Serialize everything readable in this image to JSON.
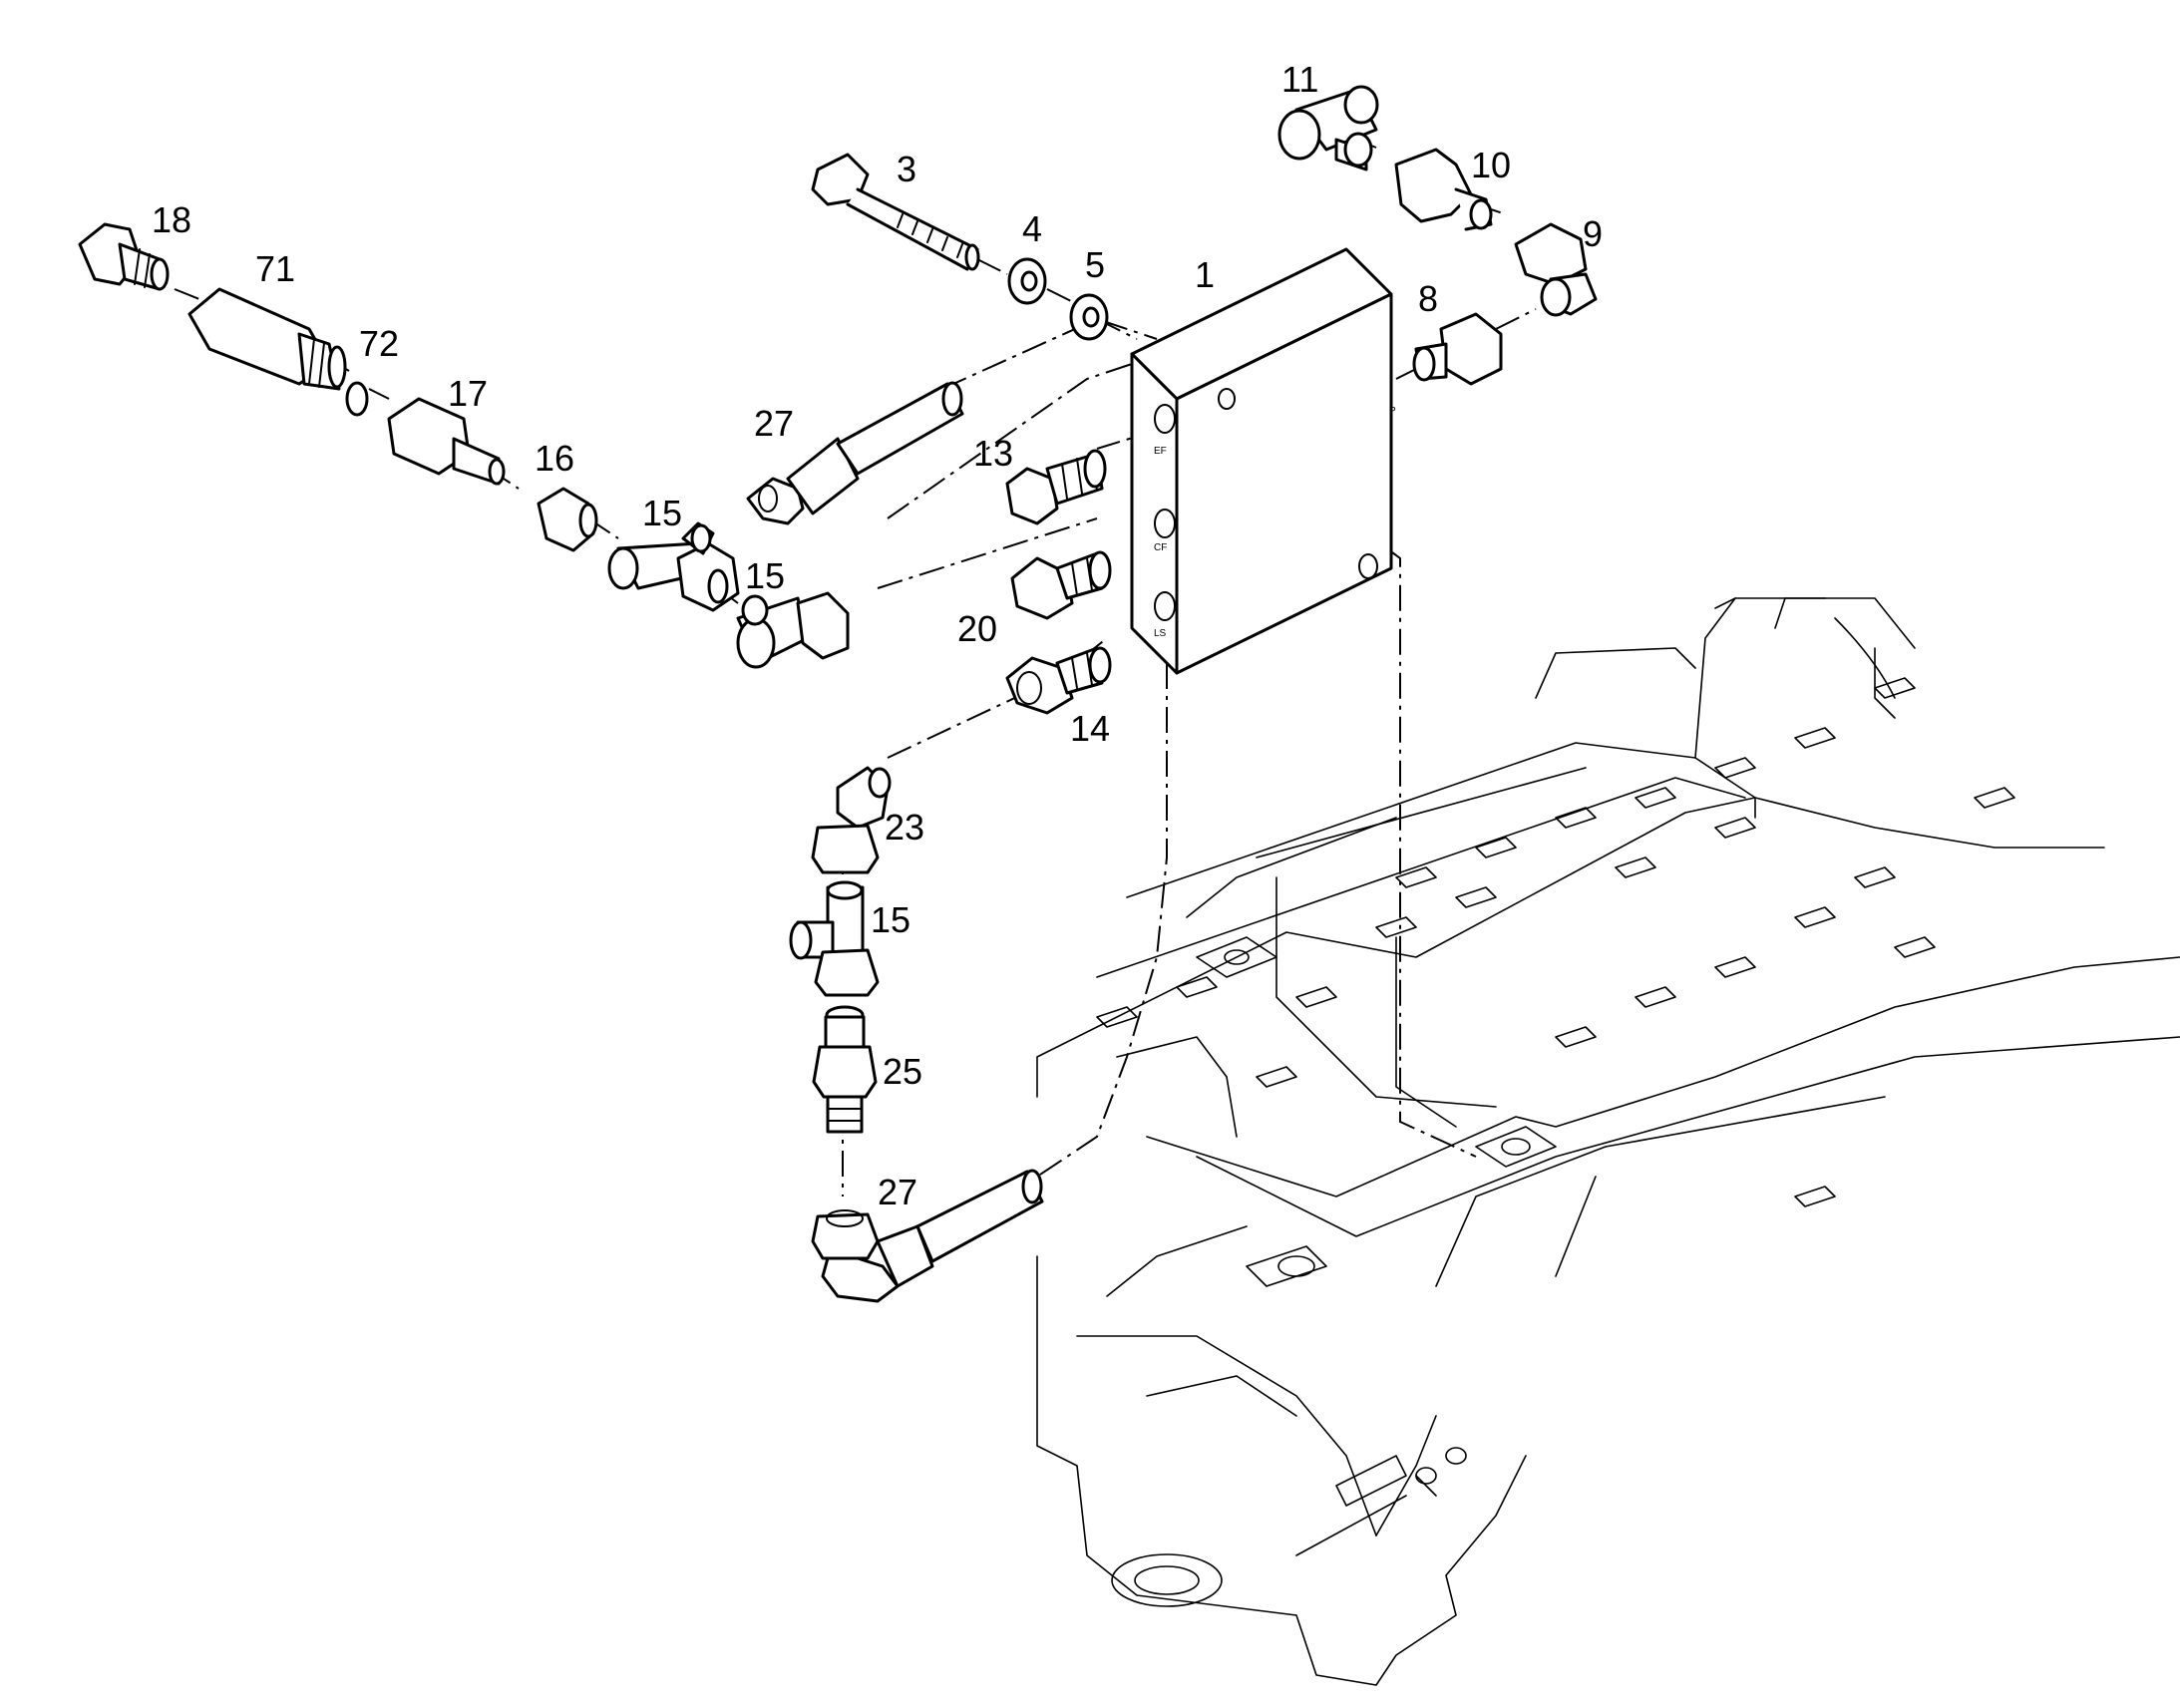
{
  "callouts": {
    "c1": "1",
    "c3": "3",
    "c4": "4",
    "c5": "5",
    "c8": "8",
    "c9": "9",
    "c10": "10",
    "c11": "11",
    "c13": "13",
    "c14": "14",
    "c15a": "15",
    "c15b": "15",
    "c15c": "15",
    "c16": "16",
    "c17": "17",
    "c18": "18",
    "c20": "20",
    "c23": "23",
    "c25": "25",
    "c27a": "27",
    "c27b": "27",
    "c71": "71",
    "c72": "72"
  },
  "ports": {
    "ef": "EF",
    "cf": "CF",
    "ls": "LS",
    "p": "P"
  }
}
